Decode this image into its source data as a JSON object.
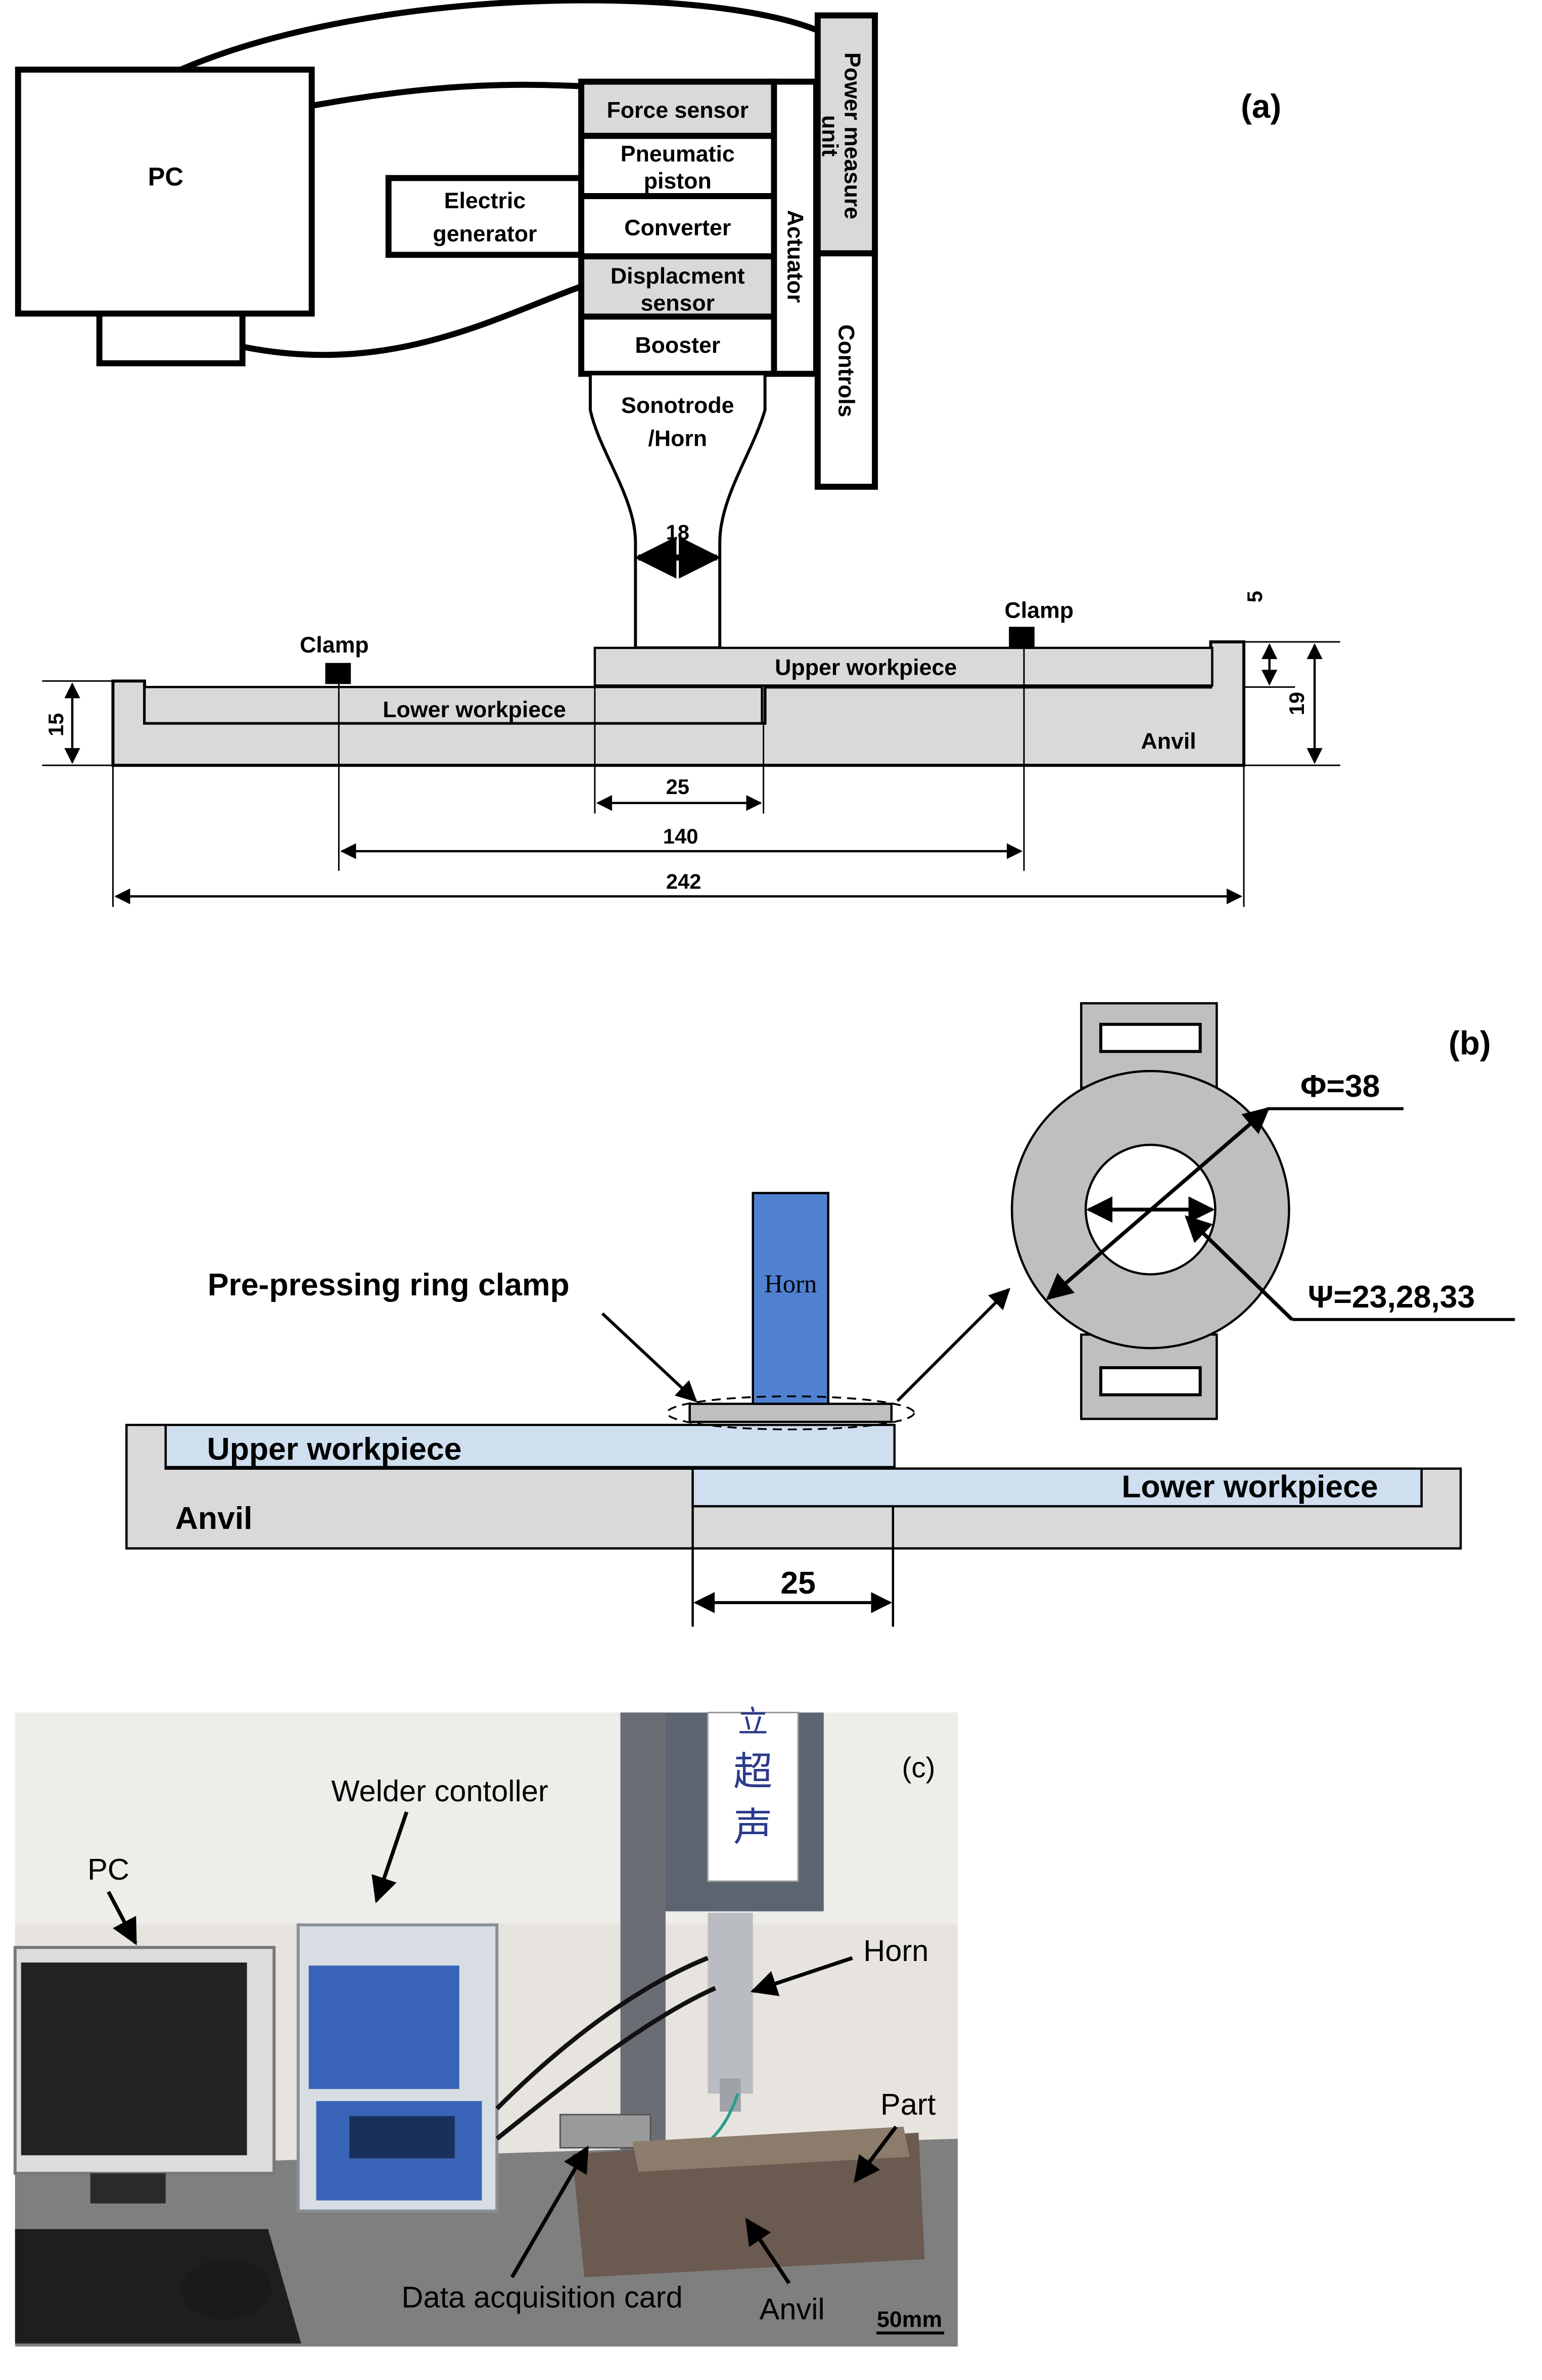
{
  "panel_a": {
    "tag": "(a)",
    "pc": "PC",
    "force_sensor": "Force sensor",
    "pneumatic_1": "Pneumatic",
    "pneumatic_2": "piston",
    "converter": "Converter",
    "displacement_1": "Displacment",
    "displacement_2": "sensor",
    "booster": "Booster",
    "electric_1": "Electric",
    "electric_2": "generator",
    "actuator": "Actuator",
    "power_1": "Power measure",
    "power_2": "unit",
    "controls": "Controls",
    "sonotrode_1": "Sonotrode",
    "sonotrode_2": "/Horn",
    "clamp_left": "Clamp",
    "clamp_right": "Clamp",
    "upper_workpiece": "Upper workpiece",
    "lower_workpiece": "Lower workpiece",
    "anvil": "Anvil",
    "dim_18": "18",
    "dim_5": "5",
    "dim_15": "15",
    "dim_19": "19",
    "dim_25": "25",
    "dim_140": "140",
    "dim_242": "242"
  },
  "panel_b": {
    "tag": "(b)",
    "horn": "Horn",
    "ring_clamp": "Pre-pressing ring clamp",
    "phi": "Φ=38",
    "psi": "Ψ=23,28,33",
    "upper_workpiece": "Upper workpiece",
    "lower_workpiece": "Lower workpiece",
    "anvil": "Anvil",
    "dim_25": "25"
  },
  "panel_c": {
    "tag": "(c)",
    "welder_controller": "Welder contoller",
    "pc": "PC",
    "horn": "Horn",
    "part": "Part",
    "data_card": "Data acquisition card",
    "anvil": "Anvil",
    "scale": "50mm",
    "sign_chars": [
      "立",
      "超",
      "声"
    ]
  },
  "colors": {
    "gray_fill": "#d9d9d9",
    "light_blue": "#cfdff0",
    "horn_blue": "#4f81d0",
    "ring_gray": "#bfbfbf"
  }
}
